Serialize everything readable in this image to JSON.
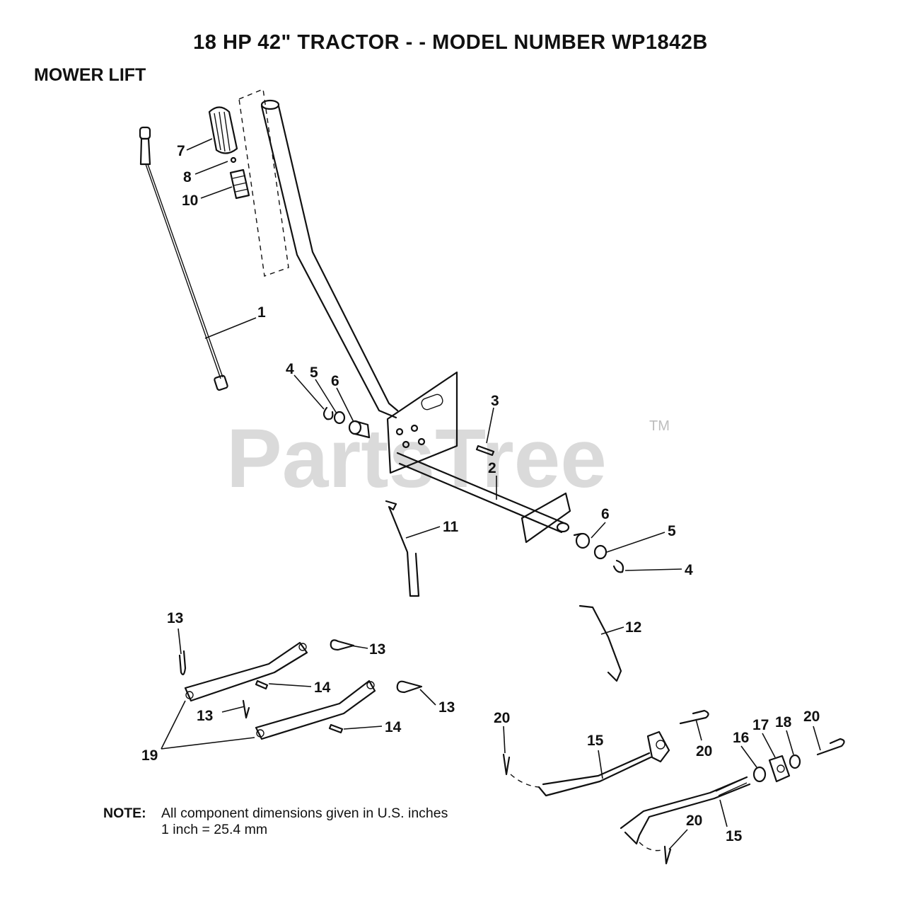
{
  "header": {
    "title": "18 HP 42\" TRACTOR - - MODEL NUMBER WP1842B",
    "section": "MOWER LIFT"
  },
  "watermark": {
    "text": "PartsTree",
    "trademark": "TM"
  },
  "callouts": {
    "c1": "1",
    "c2": "2",
    "c3": "3",
    "c4a": "4",
    "c4b": "4",
    "c5a": "5",
    "c5b": "5",
    "c6a": "6",
    "c6b": "6",
    "c7": "7",
    "c8": "8",
    "c10": "10",
    "c11": "11",
    "c12": "12",
    "c13a": "13",
    "c13b": "13",
    "c13c": "13",
    "c13d": "13",
    "c14a": "14",
    "c14b": "14",
    "c15a": "15",
    "c15b": "15",
    "c16": "16",
    "c17": "17",
    "c18": "18",
    "c19": "19",
    "c20a": "20",
    "c20b": "20",
    "c20c": "20",
    "c20d": "20"
  },
  "note": {
    "label": "NOTE:",
    "line1": "All component dimensions given in U.S. inches",
    "line2": "1 inch = 25.4 mm"
  }
}
